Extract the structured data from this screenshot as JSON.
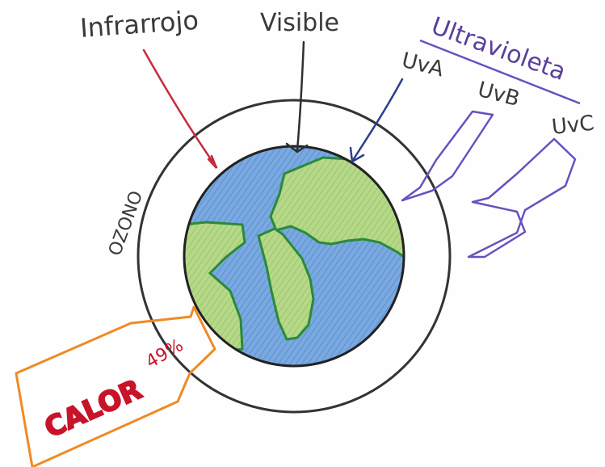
{
  "labels": {
    "infrared": "Infrarrojo",
    "visible": "Visible",
    "ultraviolet": "Ultravioleta",
    "uva": "UvA",
    "uvb": "UvB",
    "uvc": "UvC",
    "ozone": "OZONO",
    "heat": "CALOR",
    "heat_percent": "49%"
  },
  "colors": {
    "infrared_arrow": "#c62b3a",
    "visible_arrow": "#2f2f2f",
    "uva_arrow": "#2c3f8c",
    "uv_arrows": "#6a4fc0",
    "heat_arrow": "#f08a24",
    "heat_text": "#c8142a",
    "ocean": "#6f9fd8",
    "land": "#a9cf7a",
    "coast": "#2a8a3a",
    "ozone_ring": "#333333"
  }
}
